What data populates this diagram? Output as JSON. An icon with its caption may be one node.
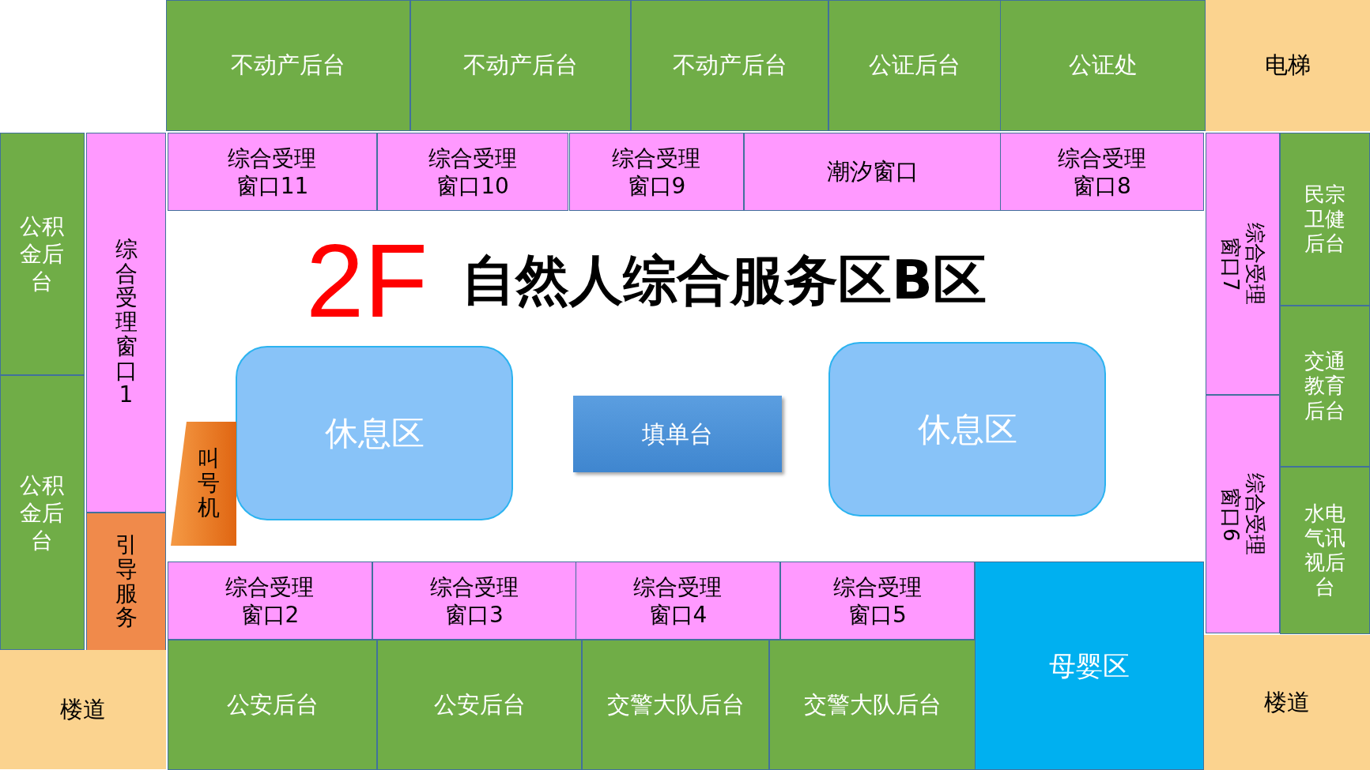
{
  "diagram": {
    "nodes": [
      {
        "text": [
          "不动产后台"
        ]
      },
      {
        "text": [
          "不动产后台"
        ]
      },
      {
        "text": [
          "不动产后台"
        ]
      },
      {
        "text": [
          "公证后台"
        ]
      },
      {
        "text": [
          "公证处"
        ]
      },
      {
        "text": [
          "电梯"
        ]
      },
      {
        "text": [
          "综合受理窗口11"
        ]
      },
      {
        "text": [
          "综合受理窗口10"
        ]
      },
      {
        "text": [
          "综合受理窗口9"
        ]
      },
      {
        "text": [
          "潮汐窗口"
        ]
      },
      {
        "text": [
          "综合受理窗口8"
        ]
      },
      {
        "text": [
          "公积金后台"
        ]
      },
      {
        "text": [
          "综合受理窗口1"
        ]
      },
      {
        "text": [
          "综合受理窗口7"
        ]
      },
      {
        "text": [
          "民宗卫健后台"
        ]
      },
      {
        "text": [
          "交通教育后台"
        ]
      },
      {
        "text": [
          "休息区"
        ]
      },
      {
        "text": [
          "填单台"
        ]
      },
      {
        "text": [
          "休息区"
        ]
      },
      {
        "text": [
          "叫号机"
        ]
      },
      {
        "text": [
          "公积金后台"
        ]
      },
      {
        "text": [
          "综合受理窗口6"
        ]
      },
      {
        "text": [
          "水电气讯视后台"
        ]
      },
      {
        "text": [
          "引导服务"
        ]
      },
      {
        "text": [
          "综合受理窗口2"
        ]
      },
      {
        "text": [
          "综合受理窗口3"
        ]
      },
      {
        "text": [
          "综合受理窗口4"
        ]
      },
      {
        "text": [
          "综合受理窗口5"
        ]
      },
      {
        "text": [
          "母婴区"
        ]
      },
      {
        "text": [
          "楼道"
        ]
      },
      {
        "text": [
          "公安后台"
        ]
      },
      {
        "text": [
          "公安后台"
        ]
      },
      {
        "text": [
          "交警大队后台"
        ]
      },
      {
        "text": [
          "交警大队后台"
        ]
      },
      {
        "text": [
          "楼道"
        ]
      }
    ],
    "labels": [
      "2F",
      "自然人综合服务区B区"
    ]
  }
}
